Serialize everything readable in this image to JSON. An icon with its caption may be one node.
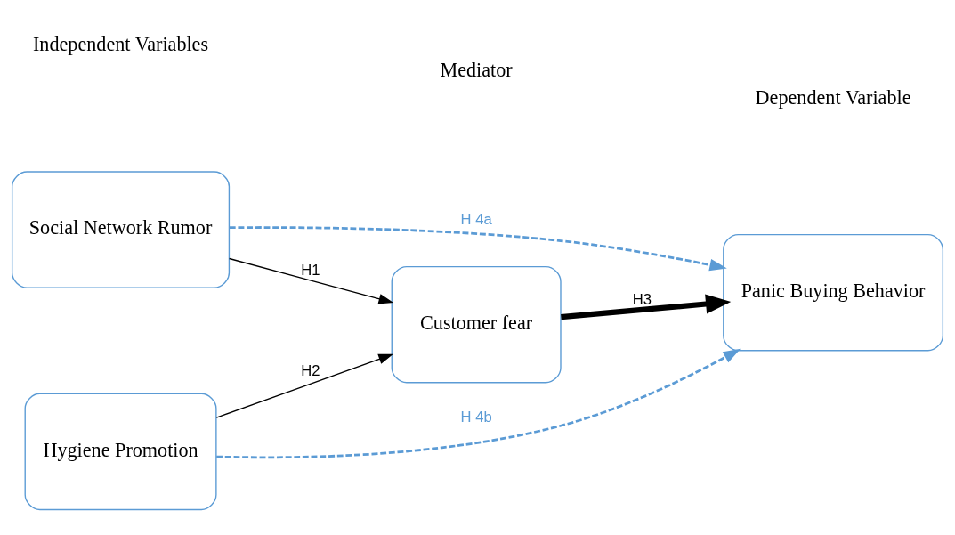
{
  "diagram": {
    "nodes": [
      {
        "text": [
          "Social Network Rumor"
        ]
      },
      {
        "text": [
          "Hygiene Promotion"
        ]
      },
      {
        "text": [
          "Customer fear"
        ]
      },
      {
        "text": [
          "Panic Buying Behavior"
        ]
      }
    ],
    "edges": [
      {
        "from": 0,
        "to": 3,
        "arrow": "to",
        "label": "H 4a",
        "style": "dashed",
        "color": "#5b9bd5"
      },
      {
        "from": 0,
        "to": 2,
        "arrow": "to",
        "label": "H1"
      },
      {
        "from": 1,
        "to": 2,
        "arrow": "to",
        "label": "H2"
      },
      {
        "from": 2,
        "to": 3,
        "arrow": "to",
        "label": "H3",
        "style": "thick"
      },
      {
        "from": 1,
        "to": 3,
        "arrow": "to",
        "label": "H 4b",
        "style": "dashed",
        "color": "#5b9bd5"
      }
    ],
    "labels": [
      "Independent Variables",
      "Mediator",
      "Dependent Variable"
    ]
  }
}
